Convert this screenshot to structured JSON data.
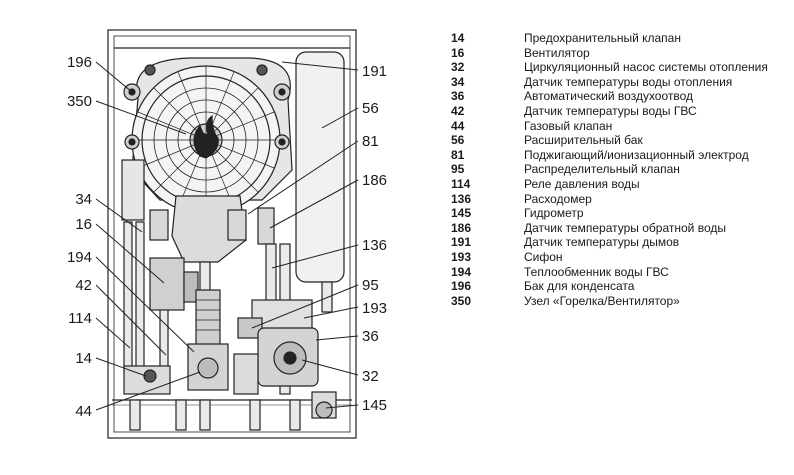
{
  "callouts": {
    "c196": "196",
    "c350": "350",
    "c34": "34",
    "c16": "16",
    "c194": "194",
    "c42": "42",
    "c114": "114",
    "c14": "14",
    "c44": "44",
    "c191": "191",
    "c56": "56",
    "c81": "81",
    "c186": "186",
    "c136": "136",
    "c95": "95",
    "c193": "193",
    "c36": "36",
    "c32": "32",
    "c145": "145"
  },
  "legend": [
    {
      "num": "14",
      "text": "Предохранительный клапан"
    },
    {
      "num": "16",
      "text": "Вентилятор"
    },
    {
      "num": "32",
      "text": "Циркуляционный насос системы отопления"
    },
    {
      "num": "34",
      "text": "Датчик температуры воды отопления"
    },
    {
      "num": "36",
      "text": "Автоматический воздухоотвод"
    },
    {
      "num": "42",
      "text": "Датчик температуры воды ГВС"
    },
    {
      "num": "44",
      "text": "Газовый клапан"
    },
    {
      "num": "56",
      "text": "Расширительный бак"
    },
    {
      "num": "81",
      "text": "Поджигающий/ионизационный электрод"
    },
    {
      "num": "95",
      "text": "Распределительный клапан"
    },
    {
      "num": "114",
      "text": "Реле давления воды"
    },
    {
      "num": "136",
      "text": "Расходомер"
    },
    {
      "num": "145",
      "text": "Гидрометр"
    },
    {
      "num": "186",
      "text": "Датчик температуры обратной воды"
    },
    {
      "num": "191",
      "text": "Датчик температуры дымов"
    },
    {
      "num": "193",
      "text": "Сифон"
    },
    {
      "num": "194",
      "text": "Теплообменник воды ГВС"
    },
    {
      "num": "196",
      "text": "Бак для конденсата"
    },
    {
      "num": "350",
      "text": "Узел «Горелка/Вентилятор»"
    }
  ]
}
